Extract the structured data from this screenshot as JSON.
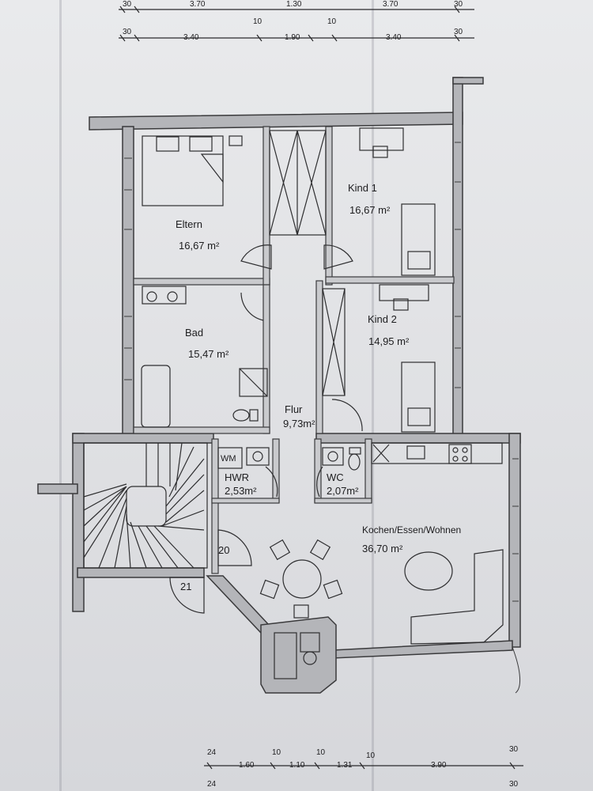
{
  "dimensions": {
    "top_row_1": [
      "30",
      "3.70",
      "1.30",
      "3.70",
      "30"
    ],
    "top_row_2": [
      "30",
      "3.40",
      "10",
      "1.90",
      "10",
      "3.40",
      "30"
    ],
    "bottom_row_1": [
      "24",
      "1.60",
      "10",
      "1.10",
      "10",
      "1.31",
      "10",
      "3.90",
      "30"
    ],
    "bottom_row_2": [
      "24",
      "30"
    ]
  },
  "rooms": {
    "eltern": {
      "name": "Eltern",
      "area": "16,67 m²"
    },
    "kind1": {
      "name": "Kind 1",
      "area": "16,67 m²"
    },
    "bad": {
      "name": "Bad",
      "area": "15,47 m²"
    },
    "kind2": {
      "name": "Kind 2",
      "area": "14,95 m²"
    },
    "flur": {
      "name": "Flur",
      "area": "9,73m²"
    },
    "hwr": {
      "name": "HWR",
      "area": "2,53m²"
    },
    "wc": {
      "name": "WC",
      "area": "2,07m²"
    },
    "kochen": {
      "name": "Kochen/Essen/Wohnen",
      "area": "36,70 m²"
    }
  },
  "fixtures": {
    "wm": "WM"
  },
  "doors": {
    "d20": "20",
    "d21": "21"
  }
}
